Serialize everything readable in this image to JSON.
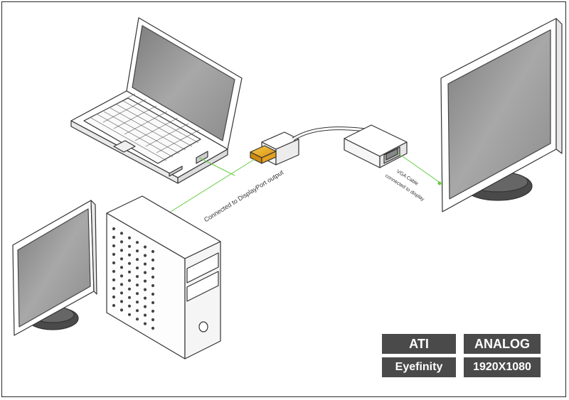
{
  "annotations": {
    "displayport_label": "Connected to DisplayPort output",
    "vga_label_line1": "VGA Cable",
    "vga_label_line2": "connected to display"
  },
  "specs": {
    "brand": "ATI",
    "technology": "Eyefinity",
    "signal": "ANALOG",
    "resolution": "1920X1080"
  },
  "colors": {
    "connector_gold": "#f0b030",
    "callout_line": "#66cc44",
    "screen_gray": "#8f8f8f",
    "spec_box": "#4a4a4a"
  }
}
